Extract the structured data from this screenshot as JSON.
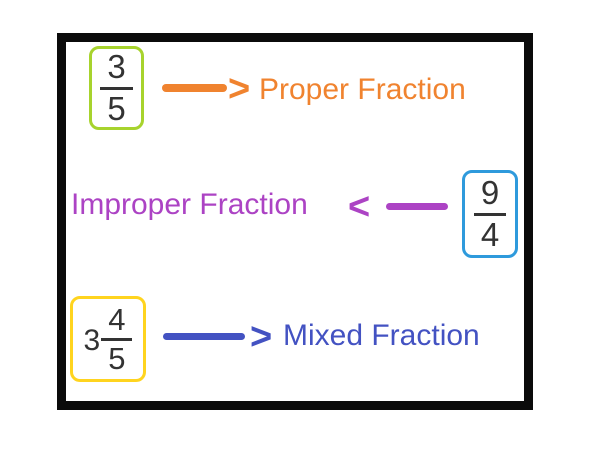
{
  "frame": {
    "border_color": "#0b0b0b",
    "background": "#ffffff"
  },
  "digit_color": "#333333",
  "rows": [
    {
      "label": "Proper Fraction",
      "accent_color": "#f0832f",
      "card_border_color": "#a7d32d",
      "arrow_head": ">",
      "arrow_direction": "right",
      "fraction": {
        "whole": "",
        "numerator": "3",
        "denominator": "5"
      }
    },
    {
      "label": "Improper Fraction",
      "accent_color": "#ac43c4",
      "card_border_color": "#2e9adc",
      "arrow_head": "<",
      "arrow_direction": "left",
      "fraction": {
        "whole": "",
        "numerator": "9",
        "denominator": "4"
      }
    },
    {
      "label": "Mixed Fraction",
      "accent_color": "#4352c2",
      "card_border_color": "#ffd41f",
      "arrow_head": ">",
      "arrow_direction": "right",
      "fraction": {
        "whole": "3",
        "numerator": "4",
        "denominator": "5"
      }
    }
  ]
}
